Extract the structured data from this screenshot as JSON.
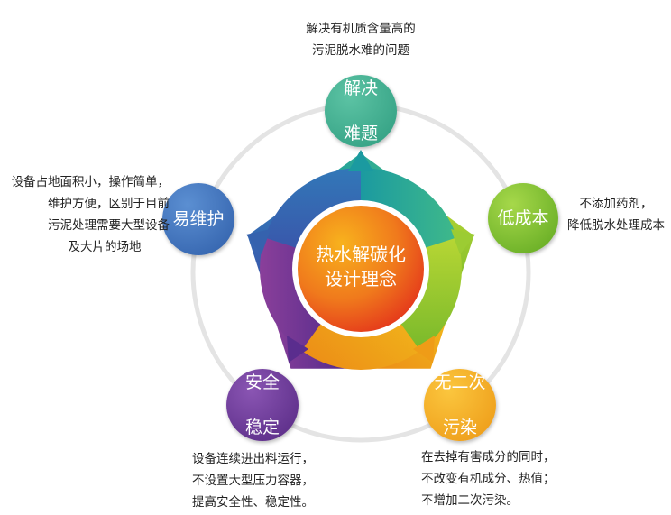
{
  "center": {
    "line1": "热水解碳化",
    "line2": "设计理念"
  },
  "nodes": {
    "top": {
      "line1": "解决",
      "line2": "难题",
      "color": "#3aa98c"
    },
    "right": {
      "line1": "低成本",
      "color": "#7cc02a"
    },
    "bottom_right": {
      "line1": "无二次",
      "line2": "污染",
      "color": "#f1a91d"
    },
    "bottom_left": {
      "line1": "安全",
      "line2": "稳定",
      "color": "#6a3a94"
    },
    "left": {
      "line1": "易维护",
      "color": "#3a6cb5"
    }
  },
  "descriptions": {
    "top": [
      "解决有机质含量高的",
      "污泥脱水难的问题"
    ],
    "right": [
      "不添加药剂，",
      "降低脱水处理成本"
    ],
    "bottom_right": [
      "在去掉有害成分的同时，",
      "不改变有机成分、热值；",
      "不增加二次污染。"
    ],
    "bottom_left": [
      "设备连续进出料运行，",
      "不设置大型压力容器，",
      "提高安全性、稳定性。"
    ],
    "left": [
      "设备占地面积小，操作简单，",
      "维护方便，区别于目前",
      "污泥处理需要大型设备",
      "及大片的场地"
    ]
  },
  "colors": {
    "ring_segments": [
      "#1fa39a",
      "#8cc63e",
      "#f0b418",
      "#5a2d8e",
      "#2c5fb0"
    ],
    "guide_circle": "#e4e4e4",
    "center_gradient": [
      "#f7a81b",
      "#e8381a"
    ]
  }
}
